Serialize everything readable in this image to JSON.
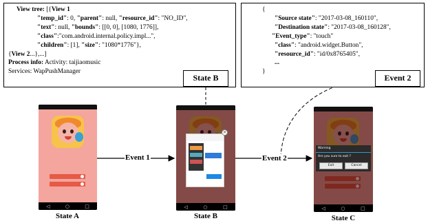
{
  "state_b_box": {
    "lines": [
      [
        {
          "t": "View tree:",
          "b": true
        },
        {
          "t": " [{",
          "b": false
        },
        {
          "t": "View 1",
          "b": true
        }
      ],
      [
        {
          "t": "\"temp_id\"",
          "b": true
        },
        {
          "t": ": 0,  ",
          "b": false
        },
        {
          "t": "\"parent\"",
          "b": true
        },
        {
          "t": ": null,  ",
          "b": false
        },
        {
          "t": "\"resource_id\"",
          "b": true
        },
        {
          "t": ": \"NO_ID\",",
          "b": false
        }
      ],
      [
        {
          "t": "\"text\"",
          "b": true
        },
        {
          "t": ": null,  ",
          "b": false
        },
        {
          "t": "\"bounds\"",
          "b": true
        },
        {
          "t": ": [[0, 0], [1080, 1776]],",
          "b": false
        }
      ],
      [
        {
          "t": "\"class\"",
          "b": true
        },
        {
          "t": ":\"com.android.internal.policy.impl...\",",
          "b": false
        }
      ],
      [
        {
          "t": "\"children\"",
          "b": true
        },
        {
          "t": ": [1],  ",
          "b": false
        },
        {
          "t": "\"size\"",
          "b": true
        },
        {
          "t": ": \"1080*1776\"},",
          "b": false
        }
      ],
      [
        {
          "t": "{",
          "b": false
        },
        {
          "t": "View 2",
          "b": true
        },
        {
          "t": "...},...]",
          "b": false
        }
      ],
      [
        {
          "t": "Process info:",
          "b": true
        },
        {
          "t": " Activity: taijiaomusic",
          "b": false
        }
      ],
      [
        {
          "t": "Services: WapPushManager",
          "b": false
        }
      ]
    ],
    "tag": "State B"
  },
  "event_2_box": {
    "lines": [
      [
        {
          "t": "{",
          "b": false
        }
      ],
      [
        {
          "t": "\"Source state\"",
          "b": true
        },
        {
          "t": ": \"2017-03-08_160110\",",
          "b": false
        }
      ],
      [
        {
          "t": "\"Destination state\"",
          "b": true
        },
        {
          "t": ": \"2017-03-08_160128\",",
          "b": false
        }
      ],
      [
        {
          "t": "\"Event_type\"",
          "b": true
        },
        {
          "t": ": \"touch\"",
          "b": false
        }
      ],
      [
        {
          "t": "\"class\"",
          "b": true
        },
        {
          "t": ": \"android.widget.Button\",",
          "b": false
        }
      ],
      [
        {
          "t": "\"resource_id\"",
          "b": true
        },
        {
          "t": ": \"id/0x8765405\",",
          "b": false
        }
      ],
      [
        {
          "t": "...",
          "b": true
        }
      ],
      [
        {
          "t": "}",
          "b": false
        }
      ]
    ],
    "tag": "Event 2"
  },
  "edges": {
    "event_1": "Event 1",
    "event_2": "Event 2"
  },
  "captions": {
    "state_a": "State A",
    "state_b": "State B",
    "state_c": "State C"
  },
  "phone_c_dialog": {
    "title": "Warning",
    "message": "Are you sure to exit ?",
    "ok": "Exit",
    "cancel": "Cancel"
  }
}
